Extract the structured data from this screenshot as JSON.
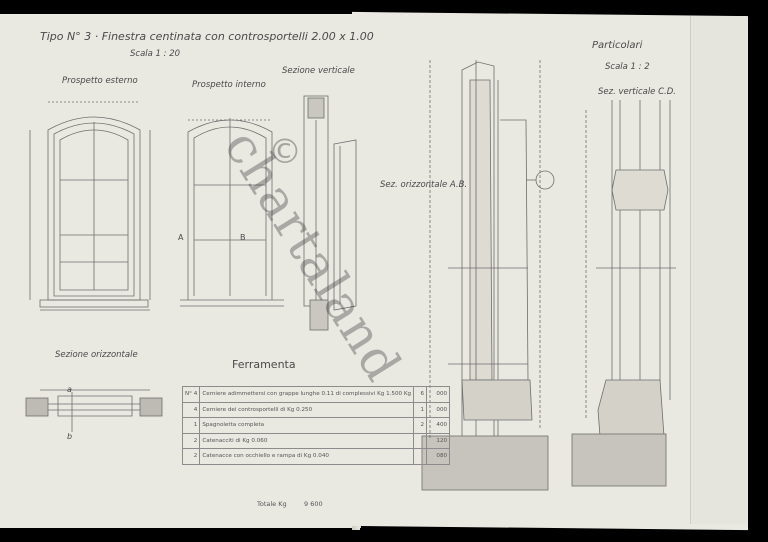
{
  "left_page": {
    "title": "Tipo N° 3 · Finestra centinata con controsportelli  2.00 x 1.00",
    "scale": "Scala 1 : 20",
    "views": {
      "external": "Prospetto esterno",
      "internal": "Prospetto interno",
      "vertical_section": "Sezione verticale",
      "horizontal_section": "Sezione orizzontale"
    },
    "section_marks": {
      "A": "A",
      "B": "B",
      "a": "a",
      "b": "b"
    },
    "ferramenta": {
      "heading": "Ferramenta",
      "rows": [
        {
          "n": "N° 4",
          "desc": "Cerniere adimmettersi con grappe lunghe 0.11 di complessivi Kg 1.500  Kg",
          "qty": "6",
          "kg": "000"
        },
        {
          "n": "4",
          "desc": "Cerniere dei controsportelli di Kg 0.250",
          "qty": "1",
          "kg": "000"
        },
        {
          "n": "1",
          "desc": "Spagnoletta completa",
          "qty": "2",
          "kg": "400"
        },
        {
          "n": "2",
          "desc": "Catenacciti di Kg 0.060",
          "qty": "",
          "kg": "120"
        },
        {
          "n": "2",
          "desc": "Catenacce con occhiello e rampa di Kg 0.040",
          "qty": "",
          "kg": "080"
        }
      ],
      "total_label": "Totale Kg",
      "total_value": "9  600"
    }
  },
  "right_page": {
    "heading": "Particolari",
    "scale": "Scala 1 : 2",
    "section_ab": "Sez. orizzontale A.B.",
    "section_cd": "Sez. verticale C.D."
  },
  "watermark": {
    "symbol": "©",
    "text": "chartaland"
  }
}
